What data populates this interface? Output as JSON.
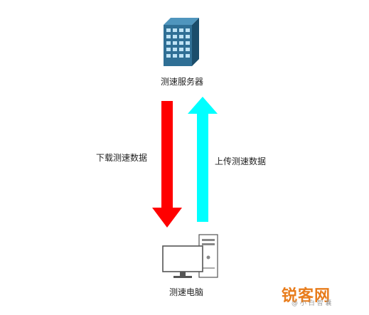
{
  "diagram": {
    "nodes": {
      "server": {
        "label": "测速服务器",
        "icon": "server-tower-icon",
        "color": "#2f6f95"
      },
      "pc": {
        "label": "测速电脑",
        "icon": "desktop-computer-icon"
      }
    },
    "edges": {
      "download": {
        "label": "下载测速数据",
        "color": "#ff0000",
        "direction": "down"
      },
      "upload": {
        "label": "上传测速数据",
        "color": "#00ffff",
        "direction": "up"
      }
    }
  },
  "watermark": {
    "brand": "锐客网",
    "small": "@ 小 白 智 囊"
  }
}
